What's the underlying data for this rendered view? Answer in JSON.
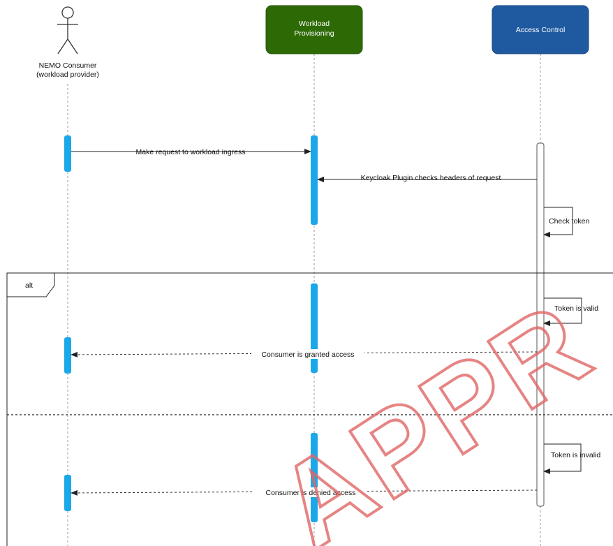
{
  "participants": {
    "consumer": {
      "label_line1": "NEMO Consumer",
      "label_line2": "(workload provider)"
    },
    "provisioning": {
      "label_line1": "Workload",
      "label_line2": "Provisioning",
      "color": "#2d6a06"
    },
    "access_control": {
      "label": "Access Control",
      "color": "#1f5aa0"
    }
  },
  "messages": {
    "make_request": "Make request to workload ingress",
    "keycloak_check": "Keycloak Plugin checks headers of request",
    "check_token": "Check token",
    "token_valid": "Token is valid",
    "granted": "Consumer is granted access",
    "token_invalid": "Token is invalid",
    "denied": "Consumer is denied access"
  },
  "fragment": {
    "operator": "alt"
  },
  "watermark": {
    "text": "APPR",
    "color": "#e06666"
  },
  "colors": {
    "activation": "#1ba8e8",
    "lifeline": "#999999",
    "arrow": "#222222"
  }
}
